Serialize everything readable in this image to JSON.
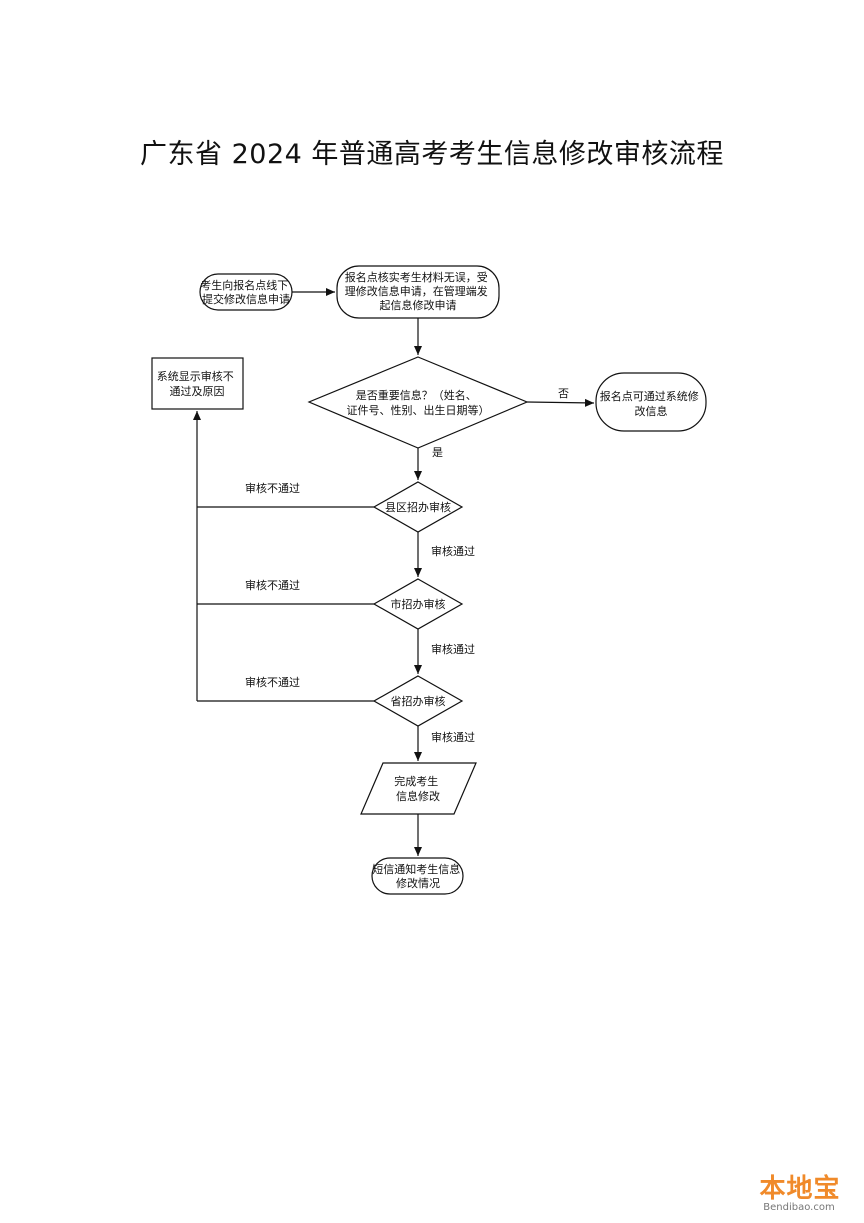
{
  "title": "广东省 2024 年普通高考考生信息修改审核流程",
  "nodes": {
    "start": [
      "考生向报名点线下",
      "提交修改信息申请"
    ],
    "verify": [
      "报名点核实考生材料无误，受",
      "理修改信息申请，在管理端发",
      "起信息修改申请"
    ],
    "decision": [
      "是否重要信息？（姓名、",
      "证件号、性别、出生日期等）"
    ],
    "direct": [
      "报名点可通过系统修",
      "改信息"
    ],
    "reject": [
      "系统显示审核不",
      "通过及原因"
    ],
    "county": [
      "县区招办审核"
    ],
    "city": [
      "市招办审核"
    ],
    "province": [
      "省招办审核"
    ],
    "complete": [
      "完成考生",
      "信息修改"
    ],
    "sms": [
      "短信通知考生信息",
      "修改情况"
    ]
  },
  "edges": {
    "no": "否",
    "yes": "是",
    "fail_county": "审核不通过",
    "fail_city": "审核不通过",
    "fail_province": "审核不通过",
    "pass_county": "审核通过",
    "pass_city": "审核通过",
    "pass_province": "审核通过"
  },
  "logo": {
    "cn": "本地宝",
    "en": "Bendibao.com",
    "color": "#f08a2a"
  }
}
